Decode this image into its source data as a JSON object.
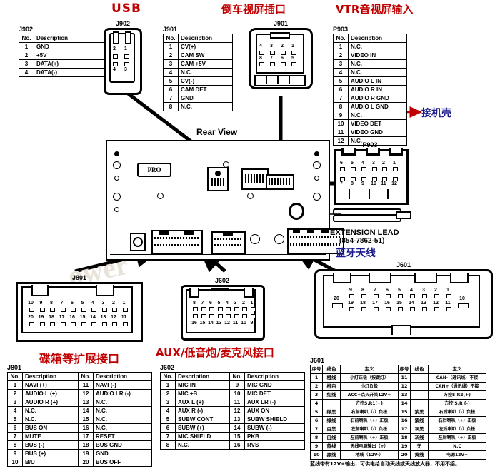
{
  "headings": {
    "usb": "USB",
    "rear_cam": "倒车视屏插口",
    "vtr": "VTR音视屏输入",
    "rear_view": "Rear View",
    "extension_lead": "EXTENSION LEAD",
    "extension_lead_code": "(854-7862-51)",
    "extension_lead_cn": "蓝牙天线",
    "chassis_ground_note": "接机壳",
    "j801_cn": "碟箱等扩展接口",
    "j602_cn": "AUX/低音炮/麦克风接口"
  },
  "connectors": {
    "j902": {
      "label": "J902",
      "pins_top": [
        "2",
        "1"
      ],
      "pins_bottom": [
        "4",
        "3"
      ]
    },
    "j901": {
      "label": "J901",
      "pins_top": [
        "4",
        "3",
        "2",
        "1"
      ],
      "pins_bottom": [
        "8",
        "7",
        "6",
        "5"
      ]
    },
    "p903": {
      "label": "P903",
      "pins_top": [
        "6",
        "5",
        "4",
        "3",
        "2",
        "1"
      ],
      "pins_bottom": [
        "7",
        "8",
        "9",
        "10",
        "11",
        "12"
      ]
    },
    "j801": {
      "label": "J801",
      "pins_top": [
        "10",
        "9",
        "8",
        "7",
        "6",
        "5",
        "4",
        "3",
        "2",
        "1"
      ],
      "pins_bottom": [
        "20",
        "19",
        "18",
        "17",
        "16",
        "15",
        "14",
        "13",
        "12",
        "11"
      ]
    },
    "j602": {
      "label": "J602",
      "pins_top": [
        "8",
        "7",
        "6",
        "5",
        "4",
        "3",
        "2",
        "1"
      ],
      "pins_bottom": [
        "16",
        "15",
        "14",
        "13",
        "12",
        "11",
        "10",
        "9"
      ]
    },
    "j601": {
      "label": "J601",
      "pins_top": [
        "9",
        "8",
        "7",
        "6",
        "5",
        "4",
        "3",
        "2",
        "1"
      ],
      "pins_bottom": [
        "19",
        "18",
        "17",
        "16",
        "15",
        "14",
        "13",
        "12",
        "11"
      ],
      "pin_left": "20",
      "pin_right": "10"
    }
  },
  "tables": {
    "j902": {
      "title": "J902",
      "headers": [
        "No.",
        "Description"
      ],
      "rows": [
        [
          "1",
          "GND"
        ],
        [
          "2",
          "+5V"
        ],
        [
          "3",
          "DATA(+)"
        ],
        [
          "4",
          "DATA(-)"
        ]
      ]
    },
    "j901": {
      "title": "J901",
      "headers": [
        "No.",
        "Description"
      ],
      "rows": [
        [
          "1",
          "CV(+)"
        ],
        [
          "2",
          "CAM SW"
        ],
        [
          "3",
          "CAM +5V"
        ],
        [
          "4",
          "N.C."
        ],
        [
          "5",
          "CV(-)"
        ],
        [
          "6",
          "CAM DET"
        ],
        [
          "7",
          "GND"
        ],
        [
          "8",
          "N.C."
        ]
      ]
    },
    "p903": {
      "title": "P903",
      "headers": [
        "No.",
        "Description"
      ],
      "rows": [
        [
          "1",
          "N.C."
        ],
        [
          "2",
          "VIDEO IN"
        ],
        [
          "3",
          "N.C."
        ],
        [
          "4",
          "N.C."
        ],
        [
          "5",
          "AUDIO L IN"
        ],
        [
          "6",
          "AUDIO R IN"
        ],
        [
          "7",
          "AUDIO R GND"
        ],
        [
          "8",
          "AUDIO L GND"
        ],
        [
          "9",
          "N.C."
        ],
        [
          "10",
          "VIDEO DET"
        ],
        [
          "11",
          "VIDEO GND"
        ],
        [
          "12",
          "N.C."
        ]
      ]
    },
    "j801": {
      "title": "J801",
      "headers": [
        "No.",
        "Description",
        "No.",
        "Description"
      ],
      "rows": [
        [
          "1",
          "NAVI (+)",
          "11",
          "NAVI (-)"
        ],
        [
          "2",
          "AUDIO L (+)",
          "12",
          "AUDIO LR (-)"
        ],
        [
          "3",
          "AUDIO R (+)",
          "13",
          "N.C."
        ],
        [
          "4",
          "N.C.",
          "14",
          "N.C."
        ],
        [
          "5",
          "N.C.",
          "15",
          "N.C."
        ],
        [
          "6",
          "BUS ON",
          "16",
          "N.C."
        ],
        [
          "7",
          "MUTE",
          "17",
          "RESET"
        ],
        [
          "8",
          "BUS (-)",
          "18",
          "BUS GND"
        ],
        [
          "9",
          "BUS (+)",
          "19",
          "GND"
        ],
        [
          "10",
          "B/U",
          "20",
          "BUS OFF"
        ]
      ]
    },
    "j602": {
      "title": "J602",
      "headers": [
        "No.",
        "Description",
        "No.",
        "Description"
      ],
      "rows": [
        [
          "1",
          "MIC IN",
          "9",
          "MIC GND"
        ],
        [
          "2",
          "MIC +B",
          "10",
          "MIC DET"
        ],
        [
          "3",
          "AUX L (+)",
          "11",
          "AUX LR (-)"
        ],
        [
          "4",
          "AUX R (-)",
          "12",
          "AUX ON"
        ],
        [
          "5",
          "SUBW CONT",
          "13",
          "SUBW SHIELD"
        ],
        [
          "6",
          "SUBW (+)",
          "14",
          "SUBW (-)"
        ],
        [
          "7",
          "MIC SHIELD",
          "15",
          "PKB"
        ],
        [
          "8",
          "N.C.",
          "16",
          "RVS"
        ]
      ]
    },
    "j601": {
      "title": "J601",
      "headers": [
        "序号",
        "线色",
        "定义",
        "序号",
        "线色",
        "定义"
      ],
      "rows": [
        [
          "1",
          "橙线",
          "小灯正极（按键灯）",
          "11",
          "",
          "CAN-（通讯线）不接"
        ],
        [
          "2",
          "橙白",
          "小灯负极",
          "12",
          "",
          "CAN+（通讯线）不接"
        ],
        [
          "3",
          "红线",
          "ACC+点火开关12V+",
          "13",
          "",
          "方控S.R2(+)"
        ],
        [
          "4",
          "",
          "方控S.R1(+)",
          "14",
          "",
          "方控 S.R (-)"
        ],
        [
          "5",
          "绿黑",
          "右前喇叭（-）负极",
          "15",
          "紫黑",
          "右后喇叭（-）负极"
        ],
        [
          "6",
          "绿线",
          "右前喇叭（+）正极",
          "16",
          "紫线",
          "右后喇叭（+）正极"
        ],
        [
          "7",
          "白黑",
          "左前喇叭（-）负极",
          "17",
          "灰黑",
          "左后喇叭（-）负极"
        ],
        [
          "8",
          "白线",
          "左前喇叭（+）正极",
          "18",
          "灰线",
          "左后喇叭（+）正极"
        ],
        [
          "9",
          "蓝线",
          "天线电源输出（+）",
          "19",
          "无",
          "N.C"
        ],
        [
          "10",
          "黑线",
          "地线（12V-）",
          "20",
          "黄线",
          "电源12V+"
        ]
      ],
      "note": "蓝线带有12V+输出，可供电给自动天线或天线放大器，不用不接。"
    }
  },
  "unit": {
    "brand_logo": "PRO"
  }
}
